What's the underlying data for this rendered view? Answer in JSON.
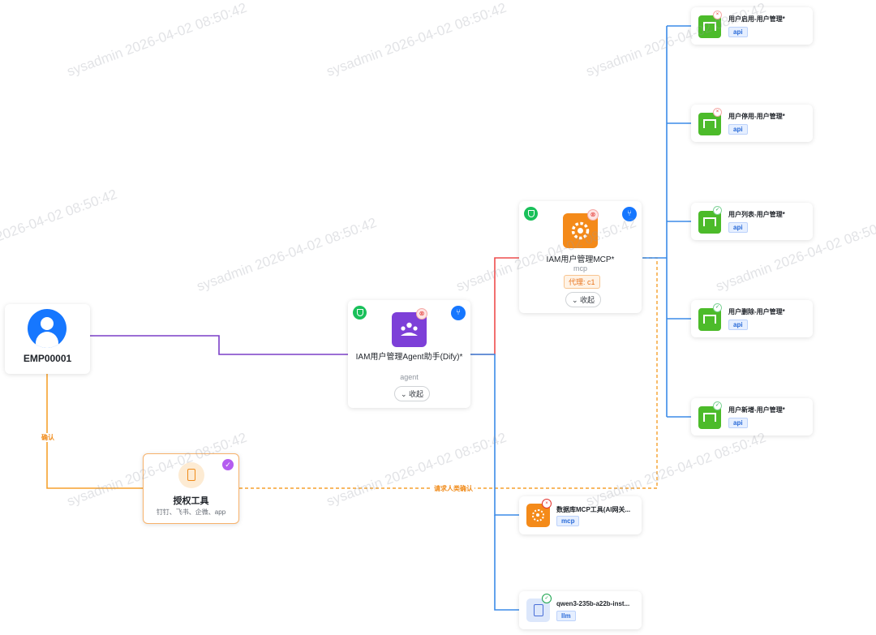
{
  "watermark": "sysadmin 2026-04-02 08:50:42",
  "colors": {
    "agent_edge": "#7b3fc7",
    "error_edge": "#ee4d4d",
    "tool_edge": "#3b8be8",
    "confirm_edge": "#f5a12e"
  },
  "employee": {
    "name": "EMP00001",
    "icon": "user-avatar-icon"
  },
  "auth_tool": {
    "title": "授权工具",
    "subtitle": "钉钉、飞书、企微、app",
    "icon": "phone-icon",
    "badge_icon": "user-check-icon"
  },
  "edge_labels": {
    "confirm": "确认",
    "request_confirm": "请求人类确认"
  },
  "agent_node": {
    "label": "IAM用户管理Agent助手(Dify)*",
    "type": "agent",
    "collapse": "收起",
    "status": "error"
  },
  "mcp_node": {
    "label": "IAM用户管理MCP*",
    "type": "mcp",
    "proxy": "代理: c1",
    "collapse": "收起",
    "status": "error"
  },
  "api_nodes": [
    {
      "label": "用户启用-用户管理*",
      "tag": "api",
      "status": "error"
    },
    {
      "label": "用户停用-用户管理*",
      "tag": "api",
      "status": "error"
    },
    {
      "label": "用户列表-用户管理*",
      "tag": "api",
      "status": "ok"
    },
    {
      "label": "用户删除-用户管理*",
      "tag": "api",
      "status": "ok"
    },
    {
      "label": "用户新增-用户管理*",
      "tag": "api",
      "status": "ok"
    }
  ],
  "tool_nodes": [
    {
      "label": "数据库MCP工具(AI网关...",
      "tag": "mcp",
      "status": "error"
    },
    {
      "label": "qwen3-235b-a22b-inst...",
      "tag": "llm",
      "status": "ok"
    }
  ]
}
